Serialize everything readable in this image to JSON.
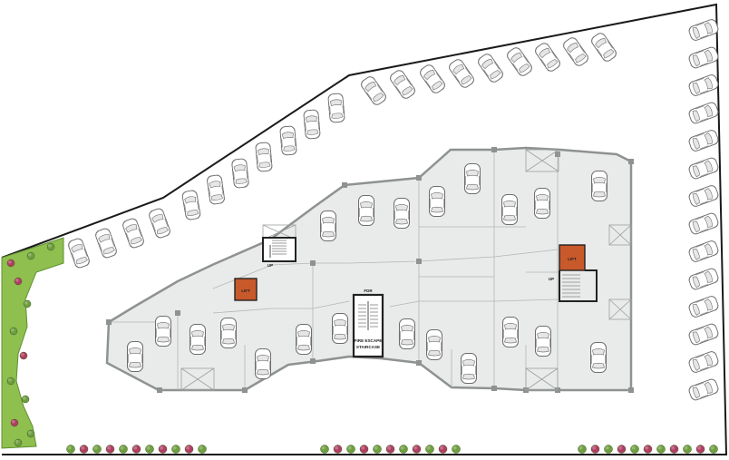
{
  "labels": {
    "lift_left": "LIFT",
    "lift_right": "LIFT",
    "up_left": "UP",
    "up_right": "UP",
    "fdr": "FDR",
    "fire_escape_line1": "FIRE ESCAPE",
    "fire_escape_line2": "STAIRCASE"
  },
  "colors": {
    "lift": "#c8592b",
    "floor": "#e9ebea",
    "wall": "#8e9290",
    "boundary": "#1a1a1a",
    "grass": "#8fbf4f",
    "shrub_pink": "#b13d63",
    "shrub_green": "#6e9e3e"
  },
  "icons": {
    "car": "car-icon",
    "shrub": "shrub-icon",
    "stair": "staircase-icon",
    "lift": "lift-icon"
  }
}
